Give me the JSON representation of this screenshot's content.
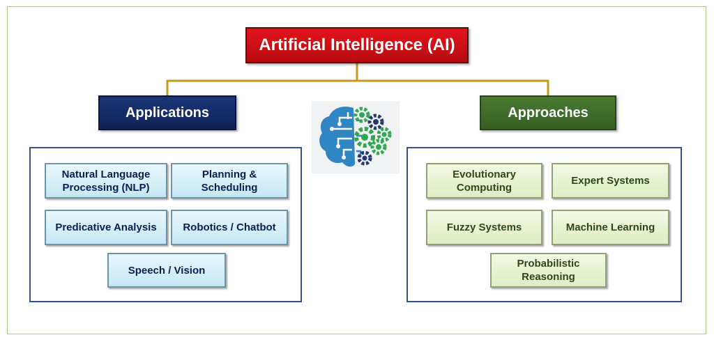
{
  "root": {
    "label": "Artificial Intelligence (AI)"
  },
  "branches": {
    "applications": {
      "label": "Applications",
      "items": [
        "Natural Language Processing (NLP)",
        "Planning & Scheduling",
        "Predicative Analysis",
        "Robotics /  Chatbot",
        "Speech / Vision"
      ]
    },
    "approaches": {
      "label": "Approaches",
      "items": [
        "Evolutionary Computing",
        "Expert Systems",
        "Fuzzy Systems",
        "Machine Learning",
        "Probabilistic Reasoning"
      ]
    }
  },
  "icon": {
    "name": "brain-gears-icon"
  },
  "colors": {
    "root_red": "#d4111a",
    "applications_blue": "#15296a",
    "approaches_green": "#416c2b",
    "connector_gold": "#c39a1a",
    "brain_blue": "#2f86c3",
    "gear_green": "#2fa84f",
    "gear_navy": "#22386e"
  }
}
